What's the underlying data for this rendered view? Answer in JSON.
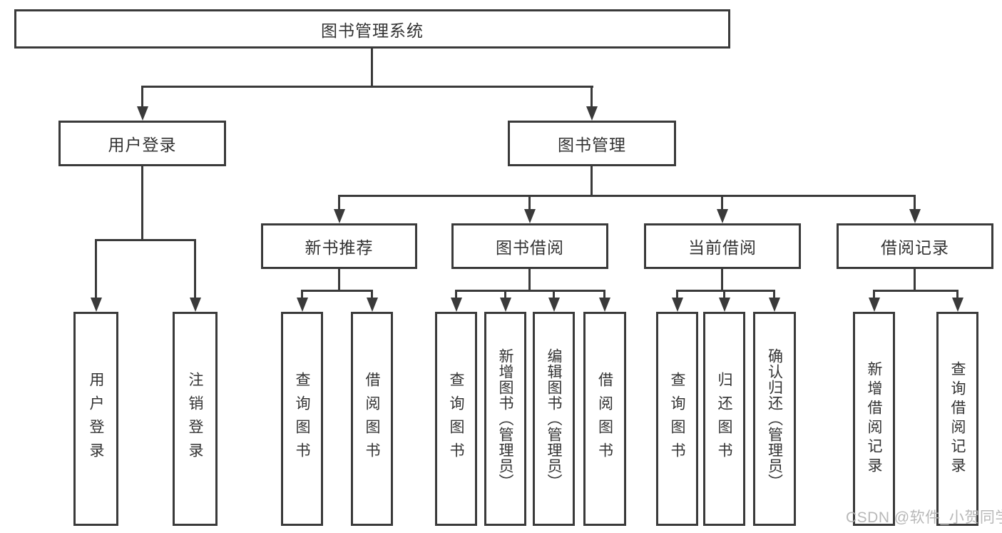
{
  "title": "图书管理系统",
  "tree": {
    "root": {
      "label": "图书管理系统"
    },
    "branches": [
      {
        "label": "用户登录",
        "children": [
          {
            "label": "用户登录"
          },
          {
            "label": "注销登录"
          }
        ]
      },
      {
        "label": "图书管理",
        "children": [
          {
            "label": "新书推荐",
            "children": [
              {
                "label": "查询图书"
              },
              {
                "label": "借阅图书"
              }
            ]
          },
          {
            "label": "图书借阅",
            "children": [
              {
                "label": "查询图书"
              },
              {
                "label": "新增图书（管理员）"
              },
              {
                "label": "编辑图书（管理员）"
              },
              {
                "label": "借阅图书"
              }
            ]
          },
          {
            "label": "当前借阅",
            "children": [
              {
                "label": "查询图书"
              },
              {
                "label": "归还图书"
              },
              {
                "label": "确认归还（管理员）"
              }
            ]
          },
          {
            "label": "借阅记录",
            "children": [
              {
                "label": "新增借阅记录"
              },
              {
                "label": "查询借阅记录"
              }
            ]
          }
        ]
      }
    ]
  },
  "watermark": "CSDN @软件_小贺同学",
  "colors": {
    "line": "#3a3a3a",
    "text": "#333333",
    "watermark": "#b2b2b2",
    "background": "#ffffff"
  }
}
